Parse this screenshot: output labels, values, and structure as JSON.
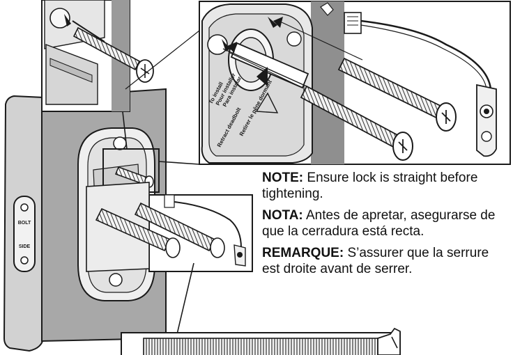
{
  "notes": {
    "en": {
      "label": "NOTE:",
      "text": "Ensure lock is straight before tightening."
    },
    "es": {
      "label": "NOTA:",
      "text": "Antes de apretar, asegurarse de que la cerradura está recta."
    },
    "fr": {
      "label": "REMARQUE:",
      "text": "S’assurer que la serrure est droite avant de serrer."
    }
  },
  "mechanism_labels": {
    "install_en": "To install",
    "install_fr": "Pour installer",
    "install_es": "Para instalar",
    "retract": "Retract deadbolt",
    "retirer": "Retirer le pêne dormant",
    "strike_top": "BOLT",
    "strike_bottom": "SIDE"
  },
  "colors": {
    "door_face": "#a8a8a8",
    "door_edge": "#cfcfcf",
    "inset_bg": "#8f8f8f",
    "line": "#1a1a1a"
  }
}
